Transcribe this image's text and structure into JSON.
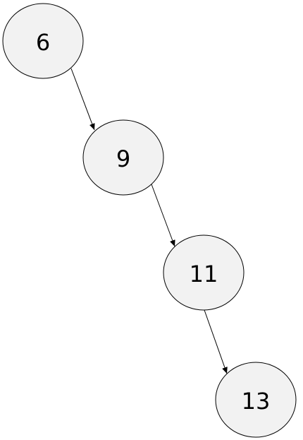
{
  "diagram": {
    "nodes": [
      {
        "id": "n6",
        "label": "6"
      },
      {
        "id": "n9",
        "label": "9"
      },
      {
        "id": "n11",
        "label": "11"
      },
      {
        "id": "n13",
        "label": "13"
      }
    ],
    "edges": [
      {
        "from": "n6",
        "to": "n9"
      },
      {
        "from": "n9",
        "to": "n11"
      },
      {
        "from": "n11",
        "to": "n13"
      }
    ]
  },
  "colors": {
    "node_fill": "#f2f2f2",
    "stroke": "#000000",
    "background": "#ffffff"
  }
}
